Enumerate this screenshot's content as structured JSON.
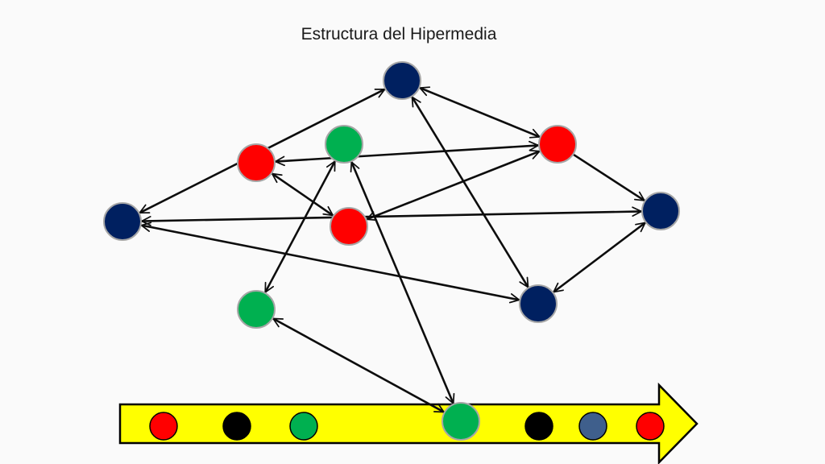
{
  "slide": {
    "title": "Estructura del Hipermedia"
  },
  "colors": {
    "red": "#ff0000",
    "navy": "#002060",
    "green": "#00b050",
    "black": "#000000",
    "steel": "#3f5f8c",
    "arrow": "#0d0d0d",
    "node_stroke": "#a6a6a6",
    "timeline_fill": "#ffff00"
  },
  "diagram": {
    "nodes": [
      {
        "id": "n-top",
        "color": "navy"
      },
      {
        "id": "n-red-right",
        "color": "red"
      },
      {
        "id": "n-green-top",
        "color": "green"
      },
      {
        "id": "n-red-left",
        "color": "red"
      },
      {
        "id": "n-navy-left",
        "color": "navy"
      },
      {
        "id": "n-red-mid",
        "color": "red"
      },
      {
        "id": "n-navy-right",
        "color": "navy"
      },
      {
        "id": "n-green-low",
        "color": "green"
      },
      {
        "id": "n-navy-low",
        "color": "navy"
      },
      {
        "id": "n-green-timeline",
        "color": "green"
      }
    ],
    "edges": [
      {
        "from": "n-top",
        "to": "n-navy-left",
        "bidirectional": true
      },
      {
        "from": "n-top",
        "to": "n-red-right",
        "bidirectional": true
      },
      {
        "from": "n-top",
        "to": "n-navy-low",
        "bidirectional": true
      },
      {
        "from": "n-red-left",
        "to": "n-red-right",
        "bidirectional": true
      },
      {
        "from": "n-red-left",
        "to": "n-red-mid",
        "bidirectional": true
      },
      {
        "from": "n-red-right",
        "to": "n-navy-right",
        "bidirectional": false
      },
      {
        "from": "n-red-right",
        "to": "n-red-mid",
        "bidirectional": true
      },
      {
        "from": "n-navy-left",
        "to": "n-navy-right",
        "bidirectional": true
      },
      {
        "from": "n-navy-left",
        "to": "n-navy-low",
        "bidirectional": true
      },
      {
        "from": "n-green-top",
        "to": "n-green-low",
        "bidirectional": true
      },
      {
        "from": "n-green-top",
        "to": "n-green-timeline",
        "bidirectional": true
      },
      {
        "from": "n-green-low",
        "to": "n-green-timeline",
        "bidirectional": true
      },
      {
        "from": "n-navy-right",
        "to": "n-navy-low",
        "bidirectional": true
      }
    ],
    "timeline": {
      "sequence": [
        "red",
        "black",
        "green",
        "green",
        "black",
        "steel",
        "red"
      ]
    }
  }
}
